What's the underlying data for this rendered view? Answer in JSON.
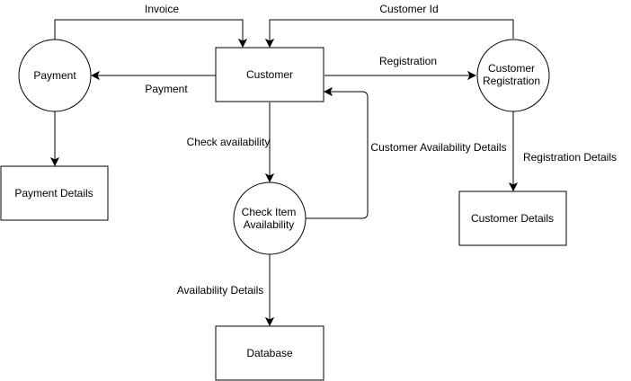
{
  "diagram": {
    "colors": {
      "stroke": "#000000",
      "fill": "#ffffff",
      "text": "#000000"
    },
    "nodes": {
      "customer": {
        "label": "Customer"
      },
      "payment": {
        "label": "Payment"
      },
      "customer_registration": {
        "line1": "Customer",
        "line2": "Registration"
      },
      "payment_details": {
        "label": "Payment Details"
      },
      "check_item_availability": {
        "line1": "Check Item",
        "line2": "Availability"
      },
      "customer_details": {
        "label": "Customer Details"
      },
      "database": {
        "label": "Database"
      }
    },
    "edges": {
      "invoice": "Invoice",
      "customer_id": "Customer Id",
      "payment": "Payment",
      "registration": "Registration",
      "check_availability": "Check availability",
      "customer_availability_details": "Customer Availability Details",
      "registration_details": "Registration Details",
      "availability_details": "Availability Details"
    }
  }
}
